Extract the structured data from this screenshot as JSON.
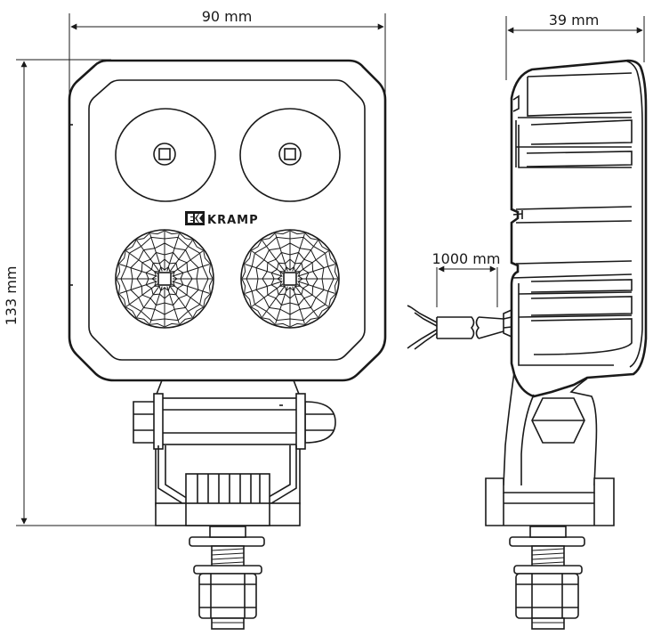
{
  "dimensions": {
    "width_label": "90 mm",
    "depth_label": "39 mm",
    "height_label": "133 mm",
    "cable_label": "1000 mm"
  },
  "brand": {
    "logo_text": "KRAMP"
  },
  "colors": {
    "line": "#1a1a1a",
    "background": "#ffffff"
  }
}
